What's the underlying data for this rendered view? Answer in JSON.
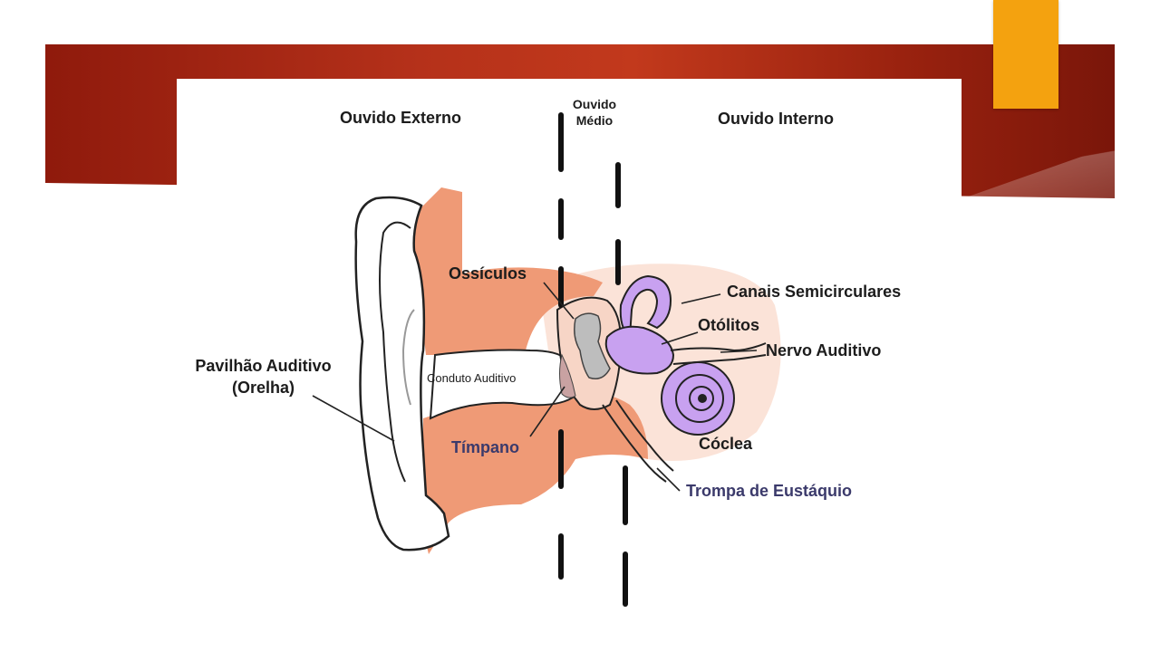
{
  "slide": {
    "accent_color": "#f4a20f",
    "banner_color": "#b5311a"
  },
  "diagram": {
    "sections": {
      "external": "Ouvido Externo",
      "middle_line1": "Ouvido",
      "middle_line2": "Médio",
      "internal": "Ouvido Interno"
    },
    "labels": {
      "pavilhao_line1": "Pavilhão Auditivo",
      "pavilhao_line2": "(Orelha)",
      "conduto": "Conduto Auditivo",
      "ossiculos": "Ossículos",
      "timpano": "Tímpano",
      "canais": "Canais Semicirculares",
      "otolitos": "Otólitos",
      "nervo": "Nervo Auditivo",
      "coclea": "Cóclea",
      "trompa": "Trompa de Eustáquio"
    },
    "colors": {
      "tissue": "#ef9a76",
      "tissue_light": "#f8d2c2",
      "inner_ear": "#c8a1f0",
      "inner_ear_stroke": "#7a4bb0",
      "bone": "#bdbdbd",
      "highlight_text": "#3b3a6b"
    }
  }
}
